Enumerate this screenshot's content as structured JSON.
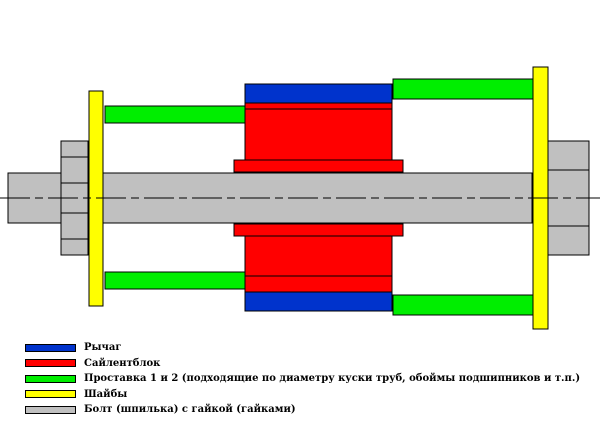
{
  "colors": {
    "lever": "#0033cc",
    "bushing": "#ff0000",
    "spacer": "#00ee00",
    "washer": "#ffff00",
    "bolt": "#c0c0c0",
    "outline": "#000000"
  },
  "legend": [
    {
      "key": "lever",
      "color": "#0033cc",
      "label": "Рычаг"
    },
    {
      "key": "bushing",
      "color": "#ff0000",
      "label": "Сайлентблок"
    },
    {
      "key": "spacer",
      "color": "#00ee00",
      "label": "Проставка 1 и 2 (подходящие по диаметру куски труб, обоймы подшипников и т.п.)"
    },
    {
      "key": "washer",
      "color": "#ffff00",
      "label": "Шайбы"
    },
    {
      "key": "bolt",
      "color": "#c0c0c0",
      "label": "Болт (шпилька) с гайкой (гайками)"
    }
  ]
}
